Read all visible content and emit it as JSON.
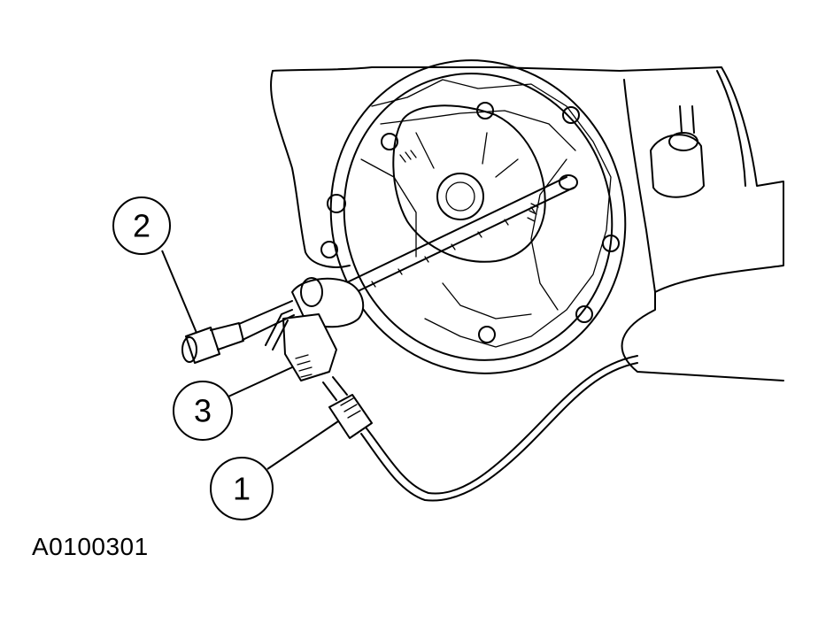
{
  "figure": {
    "id_label": "A0100301",
    "callouts": [
      {
        "number": "1"
      },
      {
        "number": "2"
      },
      {
        "number": "3"
      }
    ]
  },
  "colors": {
    "line": "#000000",
    "background": "#ffffff"
  },
  "icons": [
    "transmission-housing-illustration",
    "bolt-illustration",
    "sensor-illustration",
    "connector-illustration"
  ]
}
